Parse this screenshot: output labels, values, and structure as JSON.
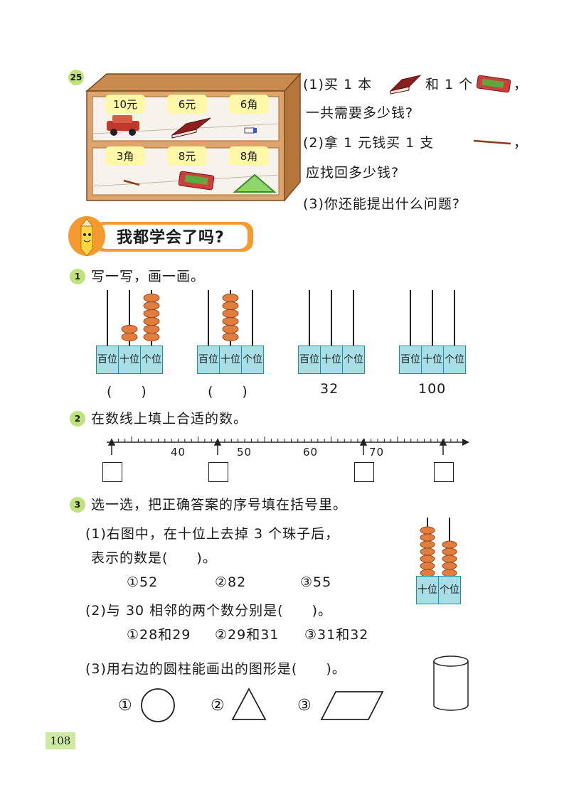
{
  "problem25": {
    "number": "25",
    "shelf_prices": [
      "10元",
      "6元",
      "6角",
      "3角",
      "8元",
      "8角"
    ],
    "q1_a": "(1)买 1 本",
    "q1_b": "和 1 个",
    "q1_c": "，",
    "q1_d": "一共需要多少钱?",
    "q2_a": "(2)拿 1 元钱买 1 支",
    "q2_b": "，",
    "q2_c": "应找回多少钱?",
    "q3": "(3)你还能提出什么问题?"
  },
  "review_title": "我都学会了吗?",
  "ex1": {
    "number": "1",
    "title": "写一写，画一画。",
    "place_labels": [
      [
        "百",
        "位"
      ],
      [
        "十",
        "位"
      ],
      [
        "个",
        "位"
      ]
    ],
    "answers": [
      "(　　)",
      "(　　)",
      "32",
      "100"
    ]
  },
  "ex2": {
    "number": "2",
    "title": "在数线上填上合适的数。",
    "labels": [
      "40",
      "50",
      "60",
      "70"
    ]
  },
  "ex3": {
    "number": "3",
    "title": "选一选，把正确答案的序号填在括号里。",
    "q1_line1": "(1)右图中，在十位上去掉 3 个珠子后，",
    "q1_line2": "表示的数是(　　)。",
    "q1_options": [
      "①52",
      "②82",
      "③55"
    ],
    "abacus_labels": [
      [
        "十",
        "位"
      ],
      [
        "个",
        "位"
      ]
    ],
    "q2": "(2)与 30 相邻的两个数分别是(　　)。",
    "q2_options": [
      "①28和29",
      "②29和31",
      "③31和32"
    ],
    "q3": "(3)用右边的圆柱能画出的图形是(　　)。",
    "q3_options": [
      "①",
      "②",
      "③"
    ]
  },
  "page_number": "108"
}
